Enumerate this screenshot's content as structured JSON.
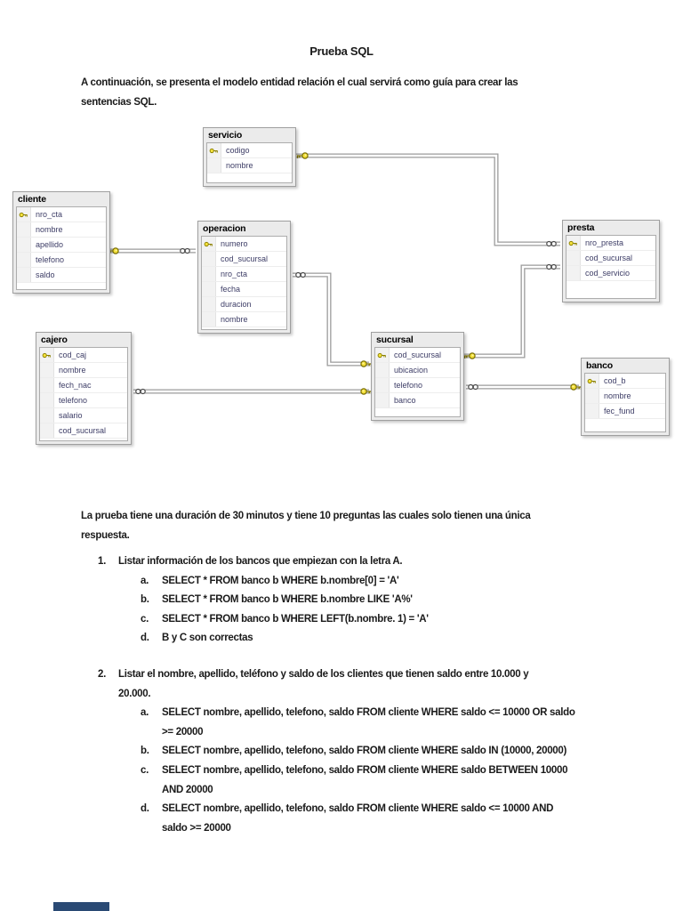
{
  "document": {
    "title": "Prueba SQL",
    "intro_lines": [
      "A continuación, se presenta el modelo entidad relación el cual servirá como guía para crear las",
      "sentencias SQL."
    ],
    "duration_lines": [
      "La prueba tiene una duración de 30 minutos y tiene 10 preguntas las cuales solo tienen una única",
      "respuesta."
    ]
  },
  "diagram": {
    "tables": [
      {
        "name": "servicio",
        "fields": [
          {
            "name": "codigo",
            "pk": true
          },
          {
            "name": "nombre",
            "pk": false
          }
        ]
      },
      {
        "name": "cliente",
        "fields": [
          {
            "name": "nro_cta",
            "pk": true
          },
          {
            "name": "nombre",
            "pk": false
          },
          {
            "name": "apellido",
            "pk": false
          },
          {
            "name": "telefono",
            "pk": false
          },
          {
            "name": "saldo",
            "pk": false
          }
        ]
      },
      {
        "name": "operacion",
        "fields": [
          {
            "name": "numero",
            "pk": true
          },
          {
            "name": "cod_sucursal",
            "pk": false
          },
          {
            "name": "nro_cta",
            "pk": false
          },
          {
            "name": "fecha",
            "pk": false
          },
          {
            "name": "duracion",
            "pk": false
          },
          {
            "name": "nombre",
            "pk": false
          }
        ]
      },
      {
        "name": "presta",
        "fields": [
          {
            "name": "nro_presta",
            "pk": true
          },
          {
            "name": "cod_sucursal",
            "pk": false
          },
          {
            "name": "cod_servicio",
            "pk": false
          }
        ]
      },
      {
        "name": "cajero",
        "fields": [
          {
            "name": "cod_caj",
            "pk": true
          },
          {
            "name": "nombre",
            "pk": false
          },
          {
            "name": "fech_nac",
            "pk": false
          },
          {
            "name": "telefono",
            "pk": false
          },
          {
            "name": "salario",
            "pk": false
          },
          {
            "name": "cod_sucursal",
            "pk": false
          }
        ]
      },
      {
        "name": "sucursal",
        "fields": [
          {
            "name": "cod_sucursal",
            "pk": true
          },
          {
            "name": "ubicacion",
            "pk": false
          },
          {
            "name": "telefono",
            "pk": false
          },
          {
            "name": "banco",
            "pk": false
          }
        ]
      },
      {
        "name": "banco",
        "fields": [
          {
            "name": "cod_b",
            "pk": true
          },
          {
            "name": "nombre",
            "pk": false
          },
          {
            "name": "fec_fund",
            "pk": false
          }
        ]
      }
    ],
    "relations": [
      {
        "one": "cliente",
        "many": "operacion"
      },
      {
        "one": "servicio",
        "many": "presta"
      },
      {
        "one": "sucursal",
        "many": "presta"
      },
      {
        "one": "sucursal",
        "many": "operacion"
      },
      {
        "one": "sucursal",
        "many": "cajero"
      },
      {
        "one": "banco",
        "many": "sucursal"
      }
    ],
    "icons": {
      "primary_key": "key-icon",
      "many_end": "infinity-icon"
    },
    "colors": {
      "wire": "#9b9b9b",
      "key_fill": "#f5e23d",
      "table_frame": "#ebebeb",
      "field_text": "#3d3d66"
    }
  },
  "questions": [
    {
      "number": "1.",
      "text_lines": [
        "Listar información de los bancos que empiezan con la letra A."
      ],
      "options": [
        {
          "letter": "a.",
          "lines": [
            "SELECT * FROM banco b WHERE b.nombre[0] = 'A'"
          ]
        },
        {
          "letter": "b.",
          "lines": [
            "SELECT * FROM banco b WHERE b.nombre LIKE 'A%'"
          ]
        },
        {
          "letter": "c.",
          "lines": [
            "SELECT * FROM banco b WHERE LEFT(b.nombre. 1) = 'A'"
          ]
        },
        {
          "letter": "d.",
          "lines": [
            "B y C son correctas"
          ]
        }
      ]
    },
    {
      "number": "2.",
      "text_lines": [
        "Listar el nombre, apellido, teléfono y saldo de los clientes que tienen saldo entre 10.000 y",
        "20.000."
      ],
      "options": [
        {
          "letter": "a.",
          "lines": [
            "SELECT nombre, apellido, telefono, saldo FROM cliente WHERE saldo <= 10000 OR saldo",
            ">= 20000"
          ]
        },
        {
          "letter": "b.",
          "lines": [
            "SELECT nombre, apellido, telefono, saldo FROM cliente WHERE saldo IN (10000, 20000)"
          ]
        },
        {
          "letter": "c.",
          "lines": [
            "SELECT nombre, apellido, telefono, saldo FROM cliente WHERE saldo BETWEEN 10000",
            "AND 20000"
          ]
        },
        {
          "letter": "d.",
          "lines": [
            "SELECT nombre, apellido, telefono, saldo FROM cliente WHERE saldo <= 10000 AND",
            "saldo >= 20000"
          ]
        }
      ]
    }
  ]
}
